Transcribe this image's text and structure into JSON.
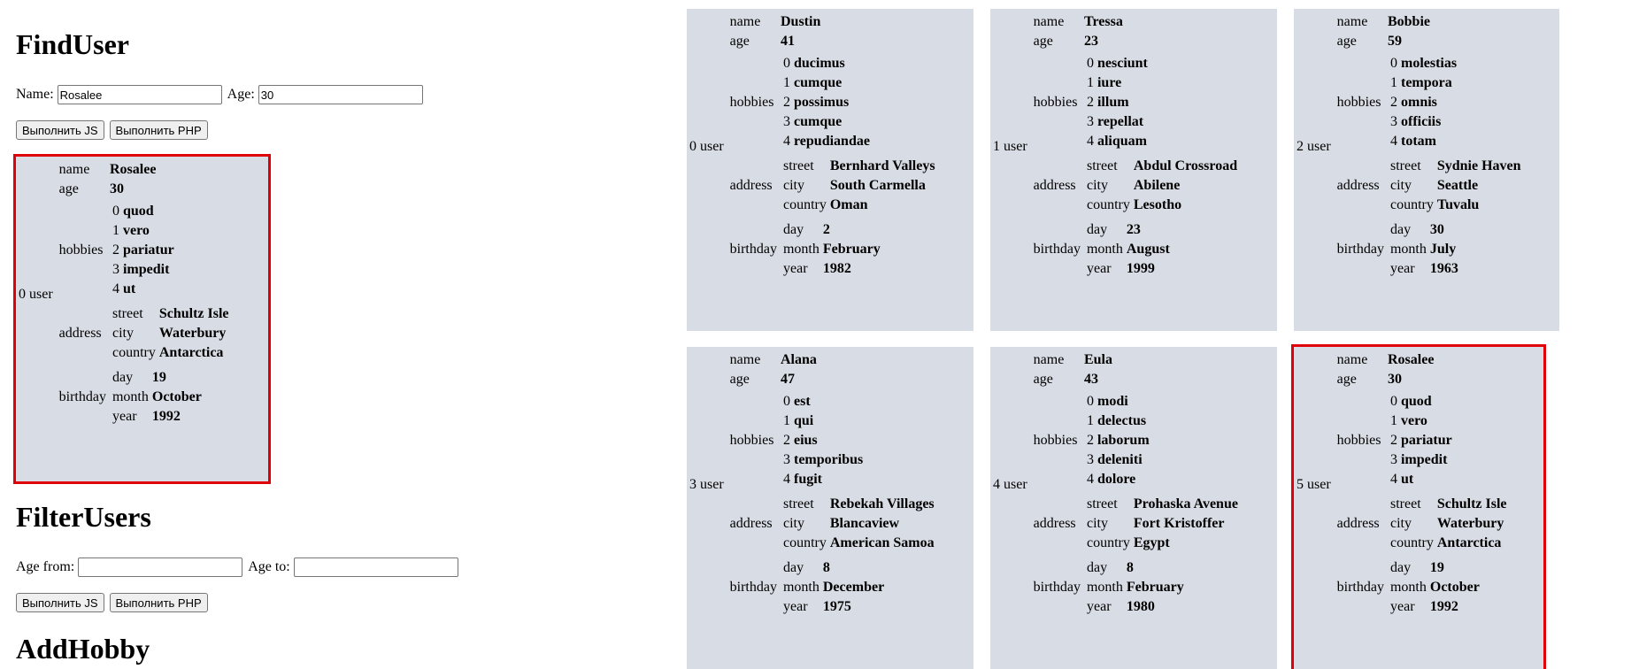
{
  "find_user": {
    "title": "FindUser",
    "name_label": "Name:",
    "name_value": "Rosalee",
    "age_label": "Age:",
    "age_value": "30",
    "run_js": "Выполнить JS",
    "run_php": "Выполнить PHP"
  },
  "filter_users": {
    "title": "FilterUsers",
    "age_from_label": "Age from:",
    "age_from_value": "",
    "age_to_label": "Age to:",
    "age_to_value": "",
    "run_js": "Выполнить JS",
    "run_php": "Выполнить PHP"
  },
  "add_hobby": {
    "title": "AddHobby"
  },
  "labels": {
    "user": "user",
    "name": "name",
    "age": "age",
    "hobbies": "hobbies",
    "address": "address",
    "street": "street",
    "city": "city",
    "country": "country",
    "birthday": "birthday",
    "day": "day",
    "month": "month",
    "year": "year"
  },
  "found_user": {
    "index": "0",
    "name": "Rosalee",
    "age": "30",
    "hobbies": [
      "quod",
      "vero",
      "pariatur",
      "impedit",
      "ut"
    ],
    "street": "Schultz Isle",
    "city": "Waterbury",
    "country": "Antarctica",
    "day": "19",
    "month": "October",
    "year": "1992"
  },
  "users": [
    {
      "index": "0",
      "name": "Dustin",
      "age": "41",
      "hobbies": [
        "ducimus",
        "cumque",
        "possimus",
        "cumque",
        "repudiandae"
      ],
      "street": "Bernhard Valleys",
      "city": "South Carmella",
      "country": "Oman",
      "day": "2",
      "month": "February",
      "year": "1982"
    },
    {
      "index": "1",
      "name": "Tressa",
      "age": "23",
      "hobbies": [
        "nesciunt",
        "iure",
        "illum",
        "repellat",
        "aliquam"
      ],
      "street": "Abdul Crossroad",
      "city": "Abilene",
      "country": "Lesotho",
      "day": "23",
      "month": "August",
      "year": "1999"
    },
    {
      "index": "2",
      "name": "Bobbie",
      "age": "59",
      "hobbies": [
        "molestias",
        "tempora",
        "omnis",
        "officiis",
        "totam"
      ],
      "street": "Sydnie Haven",
      "city": "Seattle",
      "country": "Tuvalu",
      "day": "30",
      "month": "July",
      "year": "1963"
    },
    {
      "index": "3",
      "name": "Alana",
      "age": "47",
      "hobbies": [
        "est",
        "qui",
        "eius",
        "temporibus",
        "fugit"
      ],
      "street": "Rebekah Villages",
      "city": "Blancaview",
      "country": "American Samoa",
      "day": "8",
      "month": "December",
      "year": "1975"
    },
    {
      "index": "4",
      "name": "Eula",
      "age": "43",
      "hobbies": [
        "modi",
        "delectus",
        "laborum",
        "deleniti",
        "dolore"
      ],
      "street": "Prohaska Avenue",
      "city": "Fort Kristoffer",
      "country": "Egypt",
      "day": "8",
      "month": "February",
      "year": "1980"
    },
    {
      "index": "5",
      "name": "Rosalee",
      "age": "30",
      "hobbies": [
        "quod",
        "vero",
        "pariatur",
        "impedit",
        "ut"
      ],
      "street": "Schultz Isle",
      "city": "Waterbury",
      "country": "Antarctica",
      "day": "19",
      "month": "October",
      "year": "1992"
    }
  ]
}
